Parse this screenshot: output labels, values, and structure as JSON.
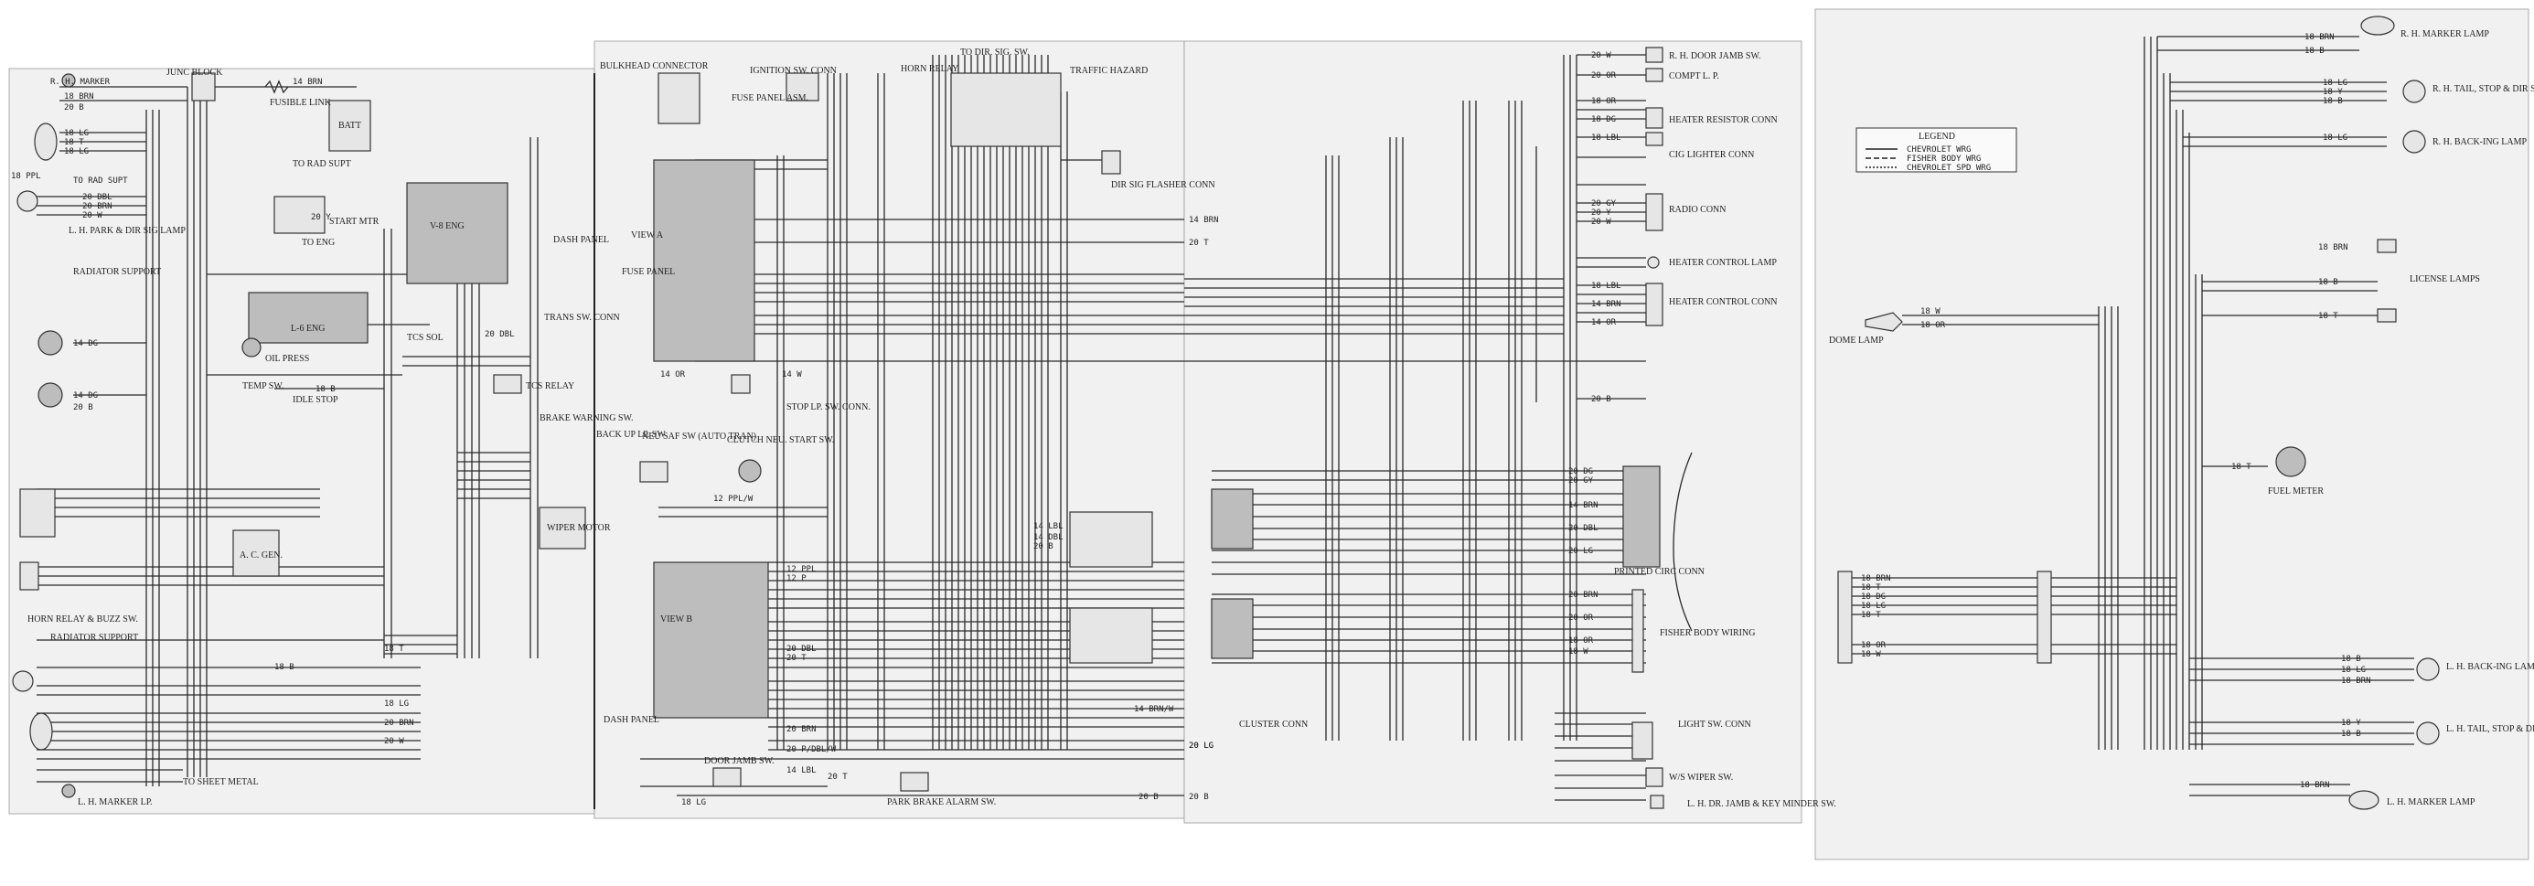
{
  "panels": {
    "p1": {
      "labels": [
        "R. H. MARKER",
        "18 BRN",
        "20 B",
        "18 LG",
        "18 T",
        "18 LG",
        "TO RAD SUPT",
        "18 PPL",
        "20 DBL",
        "20 BRN",
        "20 W",
        "L. H. PARK & DIR SIG LAMP",
        "RADIATOR SUPPORT",
        "14 DG",
        "14 DG",
        "20 B",
        "TEMP SW.",
        "HORN RELAY & BUZZ SW.",
        "RADIATOR SUPPORT",
        "L. H. MARKER LP.",
        "TO SHEET METAL",
        "JUNC BLOCK",
        "FUSIBLE LINK",
        "14 BRN",
        "BATT",
        "TO RAD SUPT",
        "TO ENG",
        "START MTR",
        "L-6 ENG",
        "V-8 ENG",
        "OIL PRESS",
        "A. C. GEN.",
        "20 Y",
        "18 B",
        "IDLE STOP",
        "TCS SOL",
        "TRANS SW. CONN",
        "TCS RELAY",
        "BRAKE WARNING SW.",
        "WIPER MOTOR",
        "DASH PANEL",
        "20 DBL",
        "18 T",
        "18 LG",
        "20 BRN",
        "20 W",
        "18 B"
      ]
    },
    "p2": {
      "labels": [
        "BULKHEAD CONNECTOR",
        "IGNITION SW. CONN",
        "FUSE PANEL ASM.",
        "TO DIR. SIG. SW.",
        "TRAFFIC HAZARD",
        "HORN RELAY",
        "DIR SIG FLASHER CONN",
        "14 BRN",
        "20 T",
        "STOP LP. SW. CONN.",
        "BACK UP LP. SW",
        "NEU SAF SW (AUTO TRAN)",
        "CLUTCH NEU. START SW.",
        "12 PPL/W",
        "14 OR",
        "14 W",
        "VIEW B",
        "VIEW A",
        "FUSE PANEL",
        "PARK BRAKE ALARM SW.",
        "DOOR JAMB SW.",
        "DASH PANEL",
        "14 LBL",
        "14 DBL",
        "20 B",
        "12 PPL",
        "12 P",
        "20 DBL",
        "20 T",
        "20 LG",
        "20 BRN",
        "18 LG",
        "20 B",
        "14 BRN/W",
        "20 P/DBL/W",
        "14 LBL",
        "20 T"
      ]
    },
    "p3": {
      "labels": [
        "20 W",
        "R. H. DOOR JAMB SW.",
        "20 OR",
        "COMPT L. P.",
        "18 OR",
        "HEATER RESISTOR CONN",
        "18 DG",
        "CIG LIGHTER CONN",
        "18 LBL",
        "RADIO CONN",
        "20 GY",
        "20 Y",
        "20 W",
        "HEATER CONTROL LAMP",
        "18 LBL",
        "HEATER CONTROL CONN",
        "14 BRN",
        "14 OR",
        "20 B",
        "20 DG",
        "20 GY",
        "14 BRN",
        "20 DBL",
        "20 LG",
        "PRINTED CIRC CONN",
        "20 BRN",
        "20 OR",
        "18 OR",
        "18 W",
        "FISHER BODY WIRING",
        "CLUSTER CONN",
        "LIGHT SW. CONN",
        "W/S WIPER SW.",
        "L. H. DR. JAMB & KEY MINDER SW.",
        "20 LG",
        "20 B"
      ]
    },
    "p4": {
      "labels": [
        "18 BRN",
        "R. H. MARKER LAMP",
        "18 B",
        "18 LG",
        "R. H. TAIL, STOP & DIR SIG LAMP",
        "18 Y",
        "18 B",
        "18 LG",
        "R. H. BACK-ING LAMP",
        "18 BRN",
        "LICENSE LAMPS",
        "18 B",
        "18 T",
        "DOME LAMP",
        "18 W",
        "18 OR",
        "18 T",
        "FUEL METER",
        "18 BRN",
        "18 T",
        "18 DG",
        "18 LG",
        "18 T",
        "18 OR",
        "18 W",
        "18 B",
        "18 LG",
        "L. H. BACK-ING LAMP",
        "18 BRN",
        "18 Y",
        "18 B",
        "L. H. TAIL, STOP & DIR SIG LAMP",
        "18 BRN",
        "L. H. MARKER LAMP"
      ]
    }
  },
  "legend": {
    "title": "LEGEND",
    "items": [
      "CHEVROLET WRG",
      "FISHER BODY WRG",
      "CHEVROLET SPD WRG"
    ]
  }
}
